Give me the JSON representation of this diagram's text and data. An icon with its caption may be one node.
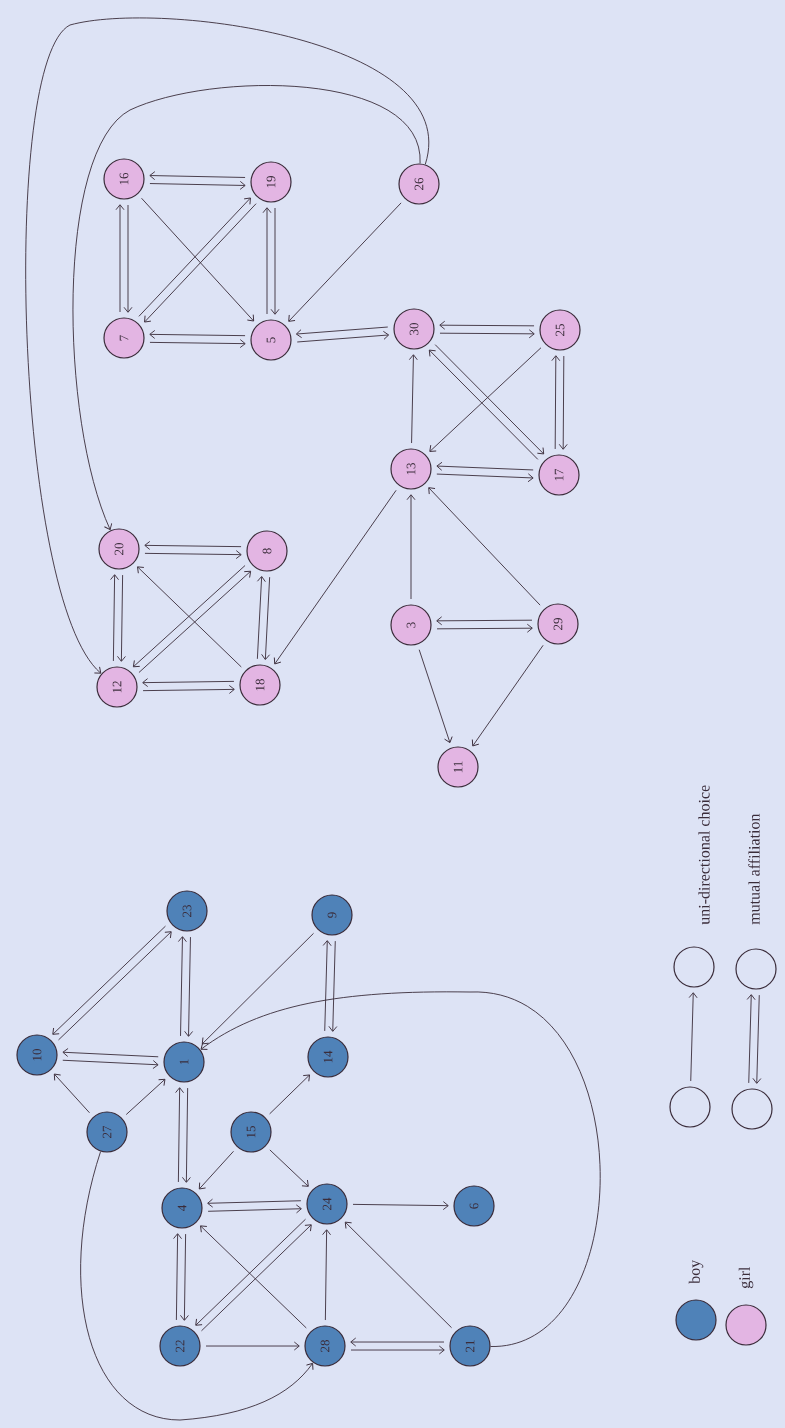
{
  "diagram": {
    "nodes": [
      {
        "text": [
          "16"
        ]
      },
      {
        "text": [
          "19"
        ]
      },
      {
        "text": [
          "26"
        ]
      },
      {
        "text": [
          "7"
        ]
      },
      {
        "text": [
          "5"
        ]
      },
      {
        "text": [
          "30"
        ]
      },
      {
        "text": [
          "25"
        ]
      },
      {
        "text": [
          "13"
        ]
      },
      {
        "text": [
          "17"
        ]
      },
      {
        "text": [
          "20"
        ]
      },
      {
        "text": [
          "8"
        ]
      },
      {
        "text": [
          "3"
        ]
      },
      {
        "text": [
          "29"
        ]
      },
      {
        "text": [
          "12"
        ]
      },
      {
        "text": [
          "18"
        ]
      },
      {
        "text": [
          "11"
        ]
      },
      {
        "text": [
          "10"
        ]
      },
      {
        "text": [
          "23"
        ]
      },
      {
        "text": [
          "9"
        ]
      },
      {
        "text": [
          "1"
        ]
      },
      {
        "text": [
          "14"
        ]
      },
      {
        "text": [
          "27"
        ]
      },
      {
        "text": [
          "15"
        ]
      },
      {
        "text": [
          "4"
        ]
      },
      {
        "text": [
          "24"
        ]
      },
      {
        "text": [
          "6"
        ]
      },
      {
        "text": [
          "22"
        ]
      },
      {
        "text": [
          "28"
        ]
      },
      {
        "text": [
          "21"
        ]
      },
      {
        "text": [],
        "shape": "circle"
      },
      {
        "text": [],
        "shape": "circle"
      },
      {
        "text": [],
        "shape": "circle"
      },
      {
        "text": [],
        "shape": "circle"
      }
    ],
    "edges": [
      {
        "from": 0,
        "to": 1,
        "arrow": "to"
      },
      {
        "from": 1,
        "to": 0,
        "arrow": "to"
      },
      {
        "from": 0,
        "to": 3,
        "arrow": "to"
      },
      {
        "from": 3,
        "to": 0,
        "arrow": "to"
      },
      {
        "from": 3,
        "to": 4,
        "arrow": "to"
      },
      {
        "from": 4,
        "to": 3,
        "arrow": "to"
      },
      {
        "from": 1,
        "to": 4,
        "arrow": "to"
      },
      {
        "from": 4,
        "to": 1,
        "arrow": "to"
      },
      {
        "from": 3,
        "to": 1,
        "arrow": "to"
      },
      {
        "from": 1,
        "to": 3,
        "arrow": "to"
      },
      {
        "from": 0,
        "to": 4,
        "arrow": "to"
      },
      {
        "from": 2,
        "to": 4,
        "arrow": "to"
      },
      {
        "from": 4,
        "to": 5,
        "arrow": "to"
      },
      {
        "from": 5,
        "to": 4,
        "arrow": "to"
      },
      {
        "from": 5,
        "to": 6,
        "arrow": "to"
      },
      {
        "from": 6,
        "to": 5,
        "arrow": "to"
      },
      {
        "from": 6,
        "to": 8,
        "arrow": "to"
      },
      {
        "from": 8,
        "to": 6,
        "arrow": "to"
      },
      {
        "from": 7,
        "to": 8,
        "arrow": "to"
      },
      {
        "from": 8,
        "to": 7,
        "arrow": "to"
      },
      {
        "from": 5,
        "to": 8,
        "arrow": "to"
      },
      {
        "from": 8,
        "to": 5,
        "arrow": "to"
      },
      {
        "from": 6,
        "to": 7,
        "arrow": "to"
      },
      {
        "from": 7,
        "to": 5,
        "arrow": "to"
      },
      {
        "from": 11,
        "to": 7,
        "arrow": "to"
      },
      {
        "from": 12,
        "to": 7,
        "arrow": "to"
      },
      {
        "from": 7,
        "to": 14,
        "arrow": "to"
      },
      {
        "from": 11,
        "to": 12,
        "arrow": "to"
      },
      {
        "from": 12,
        "to": 11,
        "arrow": "to"
      },
      {
        "from": 11,
        "to": 15,
        "arrow": "to"
      },
      {
        "from": 12,
        "to": 15,
        "arrow": "to"
      },
      {
        "from": 9,
        "to": 10,
        "arrow": "to"
      },
      {
        "from": 10,
        "to": 9,
        "arrow": "to"
      },
      {
        "from": 9,
        "to": 13,
        "arrow": "to"
      },
      {
        "from": 13,
        "to": 9,
        "arrow": "to"
      },
      {
        "from": 10,
        "to": 14,
        "arrow": "to"
      },
      {
        "from": 14,
        "to": 10,
        "arrow": "to"
      },
      {
        "from": 13,
        "to": 14,
        "arrow": "to"
      },
      {
        "from": 14,
        "to": 13,
        "arrow": "to"
      },
      {
        "from": 13,
        "to": 10,
        "arrow": "to"
      },
      {
        "from": 10,
        "to": 13,
        "arrow": "to"
      },
      {
        "from": 14,
        "to": 9,
        "arrow": "to"
      },
      {
        "from": 2,
        "to": 9,
        "arrow": "to"
      },
      {
        "from": 2,
        "to": 13,
        "arrow": "to"
      },
      {
        "from": 16,
        "to": 19,
        "arrow": "to"
      },
      {
        "from": 19,
        "to": 16,
        "arrow": "to"
      },
      {
        "from": 16,
        "to": 17,
        "arrow": "to"
      },
      {
        "from": 17,
        "to": 16,
        "arrow": "to"
      },
      {
        "from": 17,
        "to": 19,
        "arrow": "to"
      },
      {
        "from": 19,
        "to": 17,
        "arrow": "to"
      },
      {
        "from": 21,
        "to": 16,
        "arrow": "to"
      },
      {
        "from": 21,
        "to": 19,
        "arrow": "to"
      },
      {
        "from": 18,
        "to": 19,
        "arrow": "to"
      },
      {
        "from": 18,
        "to": 20,
        "arrow": "to"
      },
      {
        "from": 20,
        "to": 18,
        "arrow": "to"
      },
      {
        "from": 19,
        "to": 23,
        "arrow": "to"
      },
      {
        "from": 23,
        "to": 19,
        "arrow": "to"
      },
      {
        "from": 22,
        "to": 23,
        "arrow": "to"
      },
      {
        "from": 22,
        "to": 20,
        "arrow": "to"
      },
      {
        "from": 22,
        "to": 24,
        "arrow": "to"
      },
      {
        "from": 23,
        "to": 24,
        "arrow": "to"
      },
      {
        "from": 24,
        "to": 23,
        "arrow": "to"
      },
      {
        "from": 24,
        "to": 25,
        "arrow": "to"
      },
      {
        "from": 23,
        "to": 26,
        "arrow": "to"
      },
      {
        "from": 26,
        "to": 23,
        "arrow": "to"
      },
      {
        "from": 26,
        "to": 24,
        "arrow": "to"
      },
      {
        "from": 24,
        "to": 26,
        "arrow": "to"
      },
      {
        "from": 27,
        "to": 23,
        "arrow": "to"
      },
      {
        "from": 26,
        "to": 27,
        "arrow": "to"
      },
      {
        "from": 27,
        "to": 24,
        "arrow": "to"
      },
      {
        "from": 28,
        "to": 24,
        "arrow": "to"
      },
      {
        "from": 27,
        "to": 28,
        "arrow": "to"
      },
      {
        "from": 28,
        "to": 27,
        "arrow": "to"
      },
      {
        "from": 21,
        "to": 27,
        "arrow": "to"
      },
      {
        "from": 28,
        "to": 19,
        "arrow": "to"
      },
      {
        "from": 29,
        "to": 30,
        "arrow": "to"
      },
      {
        "from": 31,
        "to": 32,
        "arrow": "to"
      },
      {
        "from": 32,
        "to": 31,
        "arrow": "to"
      }
    ],
    "legend": [
      {
        "text": "boy",
        "color": "#4f82b8"
      },
      {
        "text": "girl",
        "color": "#e3b5e3"
      },
      {
        "text": "uni-directional choice"
      },
      {
        "text": "mutual affiliation"
      }
    ]
  }
}
